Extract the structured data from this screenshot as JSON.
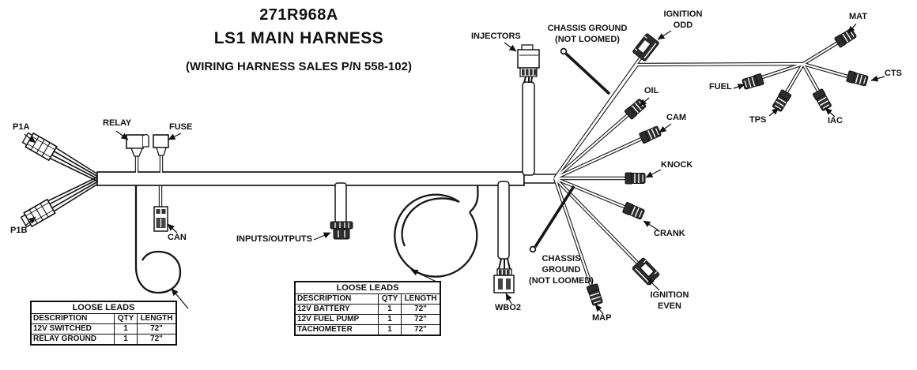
{
  "title": {
    "part_number": "271R968A",
    "name": "LS1 MAIN HARNESS",
    "subtitle": "(WIRING HARNESS SALES P/N 558-102)"
  },
  "labels": {
    "p1a": "P1A",
    "p1b": "P1B",
    "relay": "RELAY",
    "fuse": "FUSE",
    "can": "CAN",
    "inputs_outputs": "INPUTS/OUTPUTS",
    "injectors": "INJECTORS",
    "chassis_ground_top": {
      "line1": "CHASSIS GROUND",
      "line2": "(NOT LOOMED)"
    },
    "ignition_odd": {
      "line1": "IGNITION",
      "line2": "ODD"
    },
    "oil": "OIL",
    "cam": "CAM",
    "knock": "KNOCK",
    "crank": "CRANK",
    "mat": "MAT",
    "cts": "CTS",
    "fuel": "FUEL",
    "tps": "TPS",
    "iac": "IAC",
    "chassis_ground_bottom": {
      "line1": "CHASSIS GROUND",
      "line2": "(NOT LOOMED)"
    },
    "wbo2": "WBO2",
    "map": "MAP",
    "ignition_even": {
      "line1": "IGNITION",
      "line2": "EVEN"
    }
  },
  "tables": {
    "left": {
      "title": "LOOSE LEADS",
      "columns": [
        "DESCRIPTION",
        "QTY",
        "LENGTH"
      ],
      "rows": [
        [
          "12V SWITCHED",
          "1",
          "72\""
        ],
        [
          "RELAY GROUND",
          "1",
          "72\""
        ]
      ]
    },
    "middle": {
      "title": "LOOSE LEADS",
      "columns": [
        "DESCRIPTION",
        "QTY",
        "LENGTH"
      ],
      "rows": [
        [
          "12V BATTERY",
          "1",
          "72\""
        ],
        [
          "12V FUEL PUMP",
          "1",
          "72\""
        ],
        [
          "TACHOMETER",
          "1",
          "72\""
        ]
      ]
    }
  },
  "colors": {
    "line": "#161616",
    "connector_dark": "#2d2d2d",
    "background": "#ffffff"
  }
}
